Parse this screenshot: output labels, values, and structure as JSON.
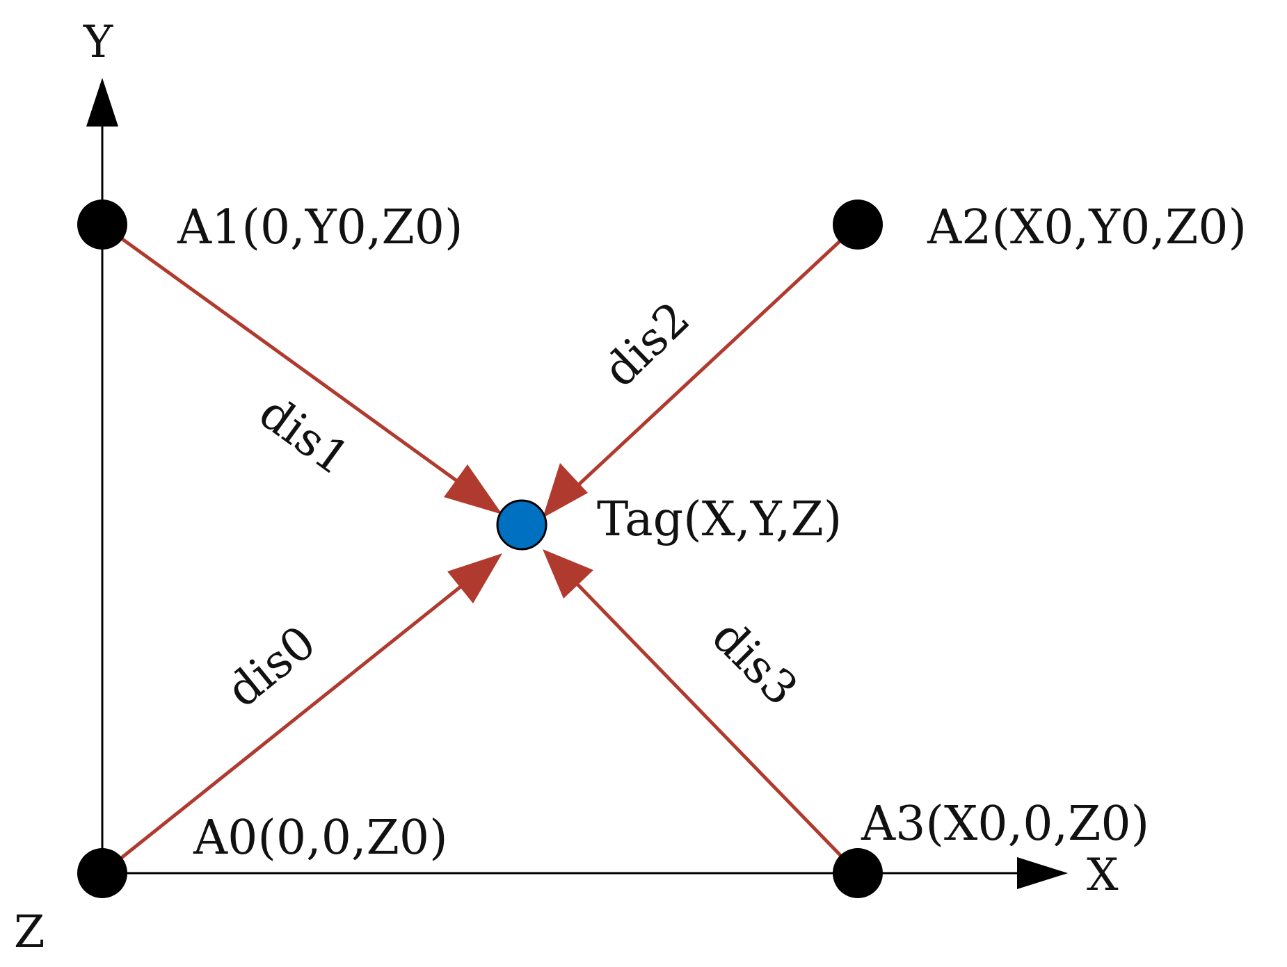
{
  "axes": {
    "x_label": "X",
    "y_label": "Y",
    "z_label": "Z"
  },
  "anchors": {
    "a0": "A0(0,0,Z0)",
    "a1": "A1(0,Y0,Z0)",
    "a2": "A2(X0,Y0,Z0)",
    "a3": "A3(X0,0,Z0)"
  },
  "tag": {
    "label": "Tag(X,Y,Z)"
  },
  "distances": {
    "dis0": "dis0",
    "dis1": "dis1",
    "dis2": "dis2",
    "dis3": "dis3"
  },
  "colors": {
    "axis": "#000000",
    "anchor": "#000000",
    "tag_fill": "#0070C0",
    "arrow": "#B03A2E"
  }
}
